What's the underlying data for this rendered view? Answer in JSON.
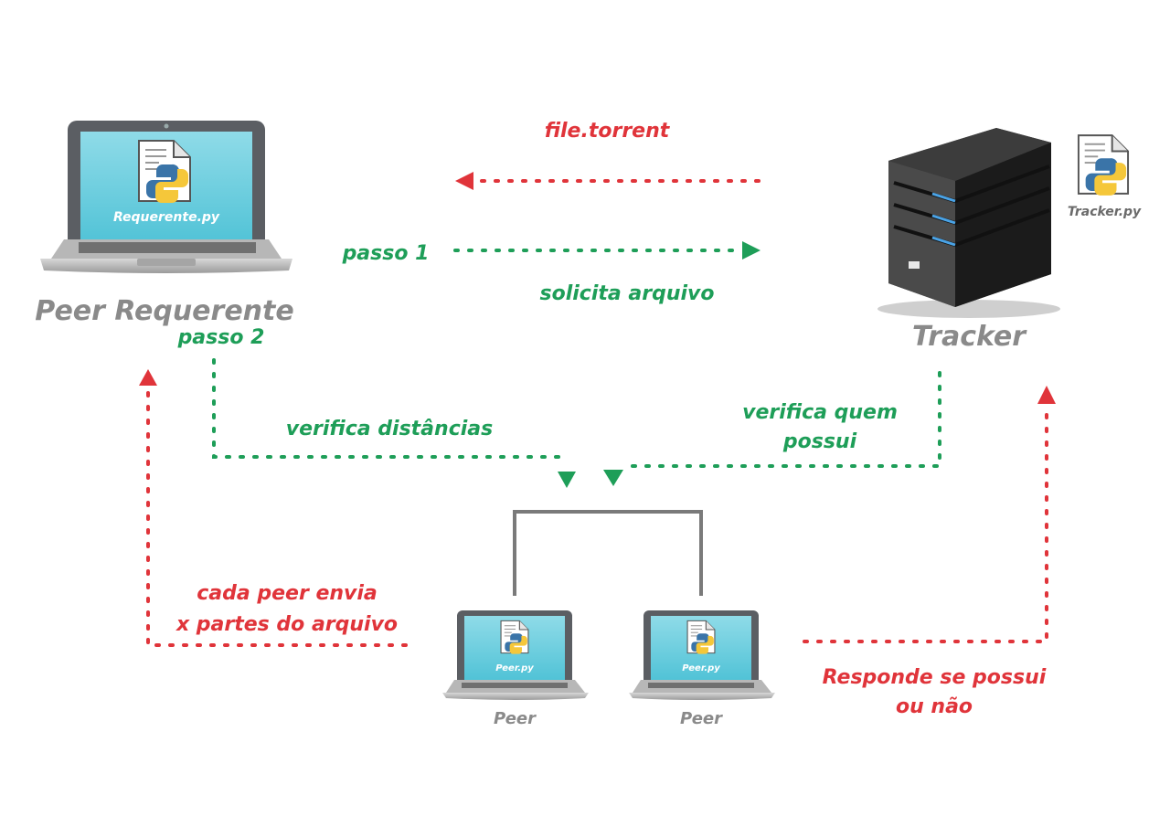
{
  "requester": {
    "title": "Peer Requerente",
    "file_label": "Requerente.py",
    "file_icon": "python-file-icon"
  },
  "tracker": {
    "title": "Tracker",
    "file_label": "Tracker.py",
    "file_icon": "python-file-icon"
  },
  "peers": [
    {
      "title": "Peer",
      "file_label": "Peer.py"
    },
    {
      "title": "Peer",
      "file_label": "Peer.py"
    }
  ],
  "steps": {
    "torrent": "file.torrent",
    "passo1": "passo 1",
    "solicita": "solicita arquivo",
    "passo2": "passo 2",
    "verifica_dist": "verifica distâncias",
    "verifica_quem_1": "verifica quem",
    "verifica_quem_2": "possui",
    "cada_peer_1": "cada peer envia",
    "cada_peer_2": "x partes do arquivo",
    "responde_1": "Responde se possui",
    "responde_2": "ou não"
  },
  "colors": {
    "green": "#1e9e58",
    "red": "#e0343a",
    "gray": "#8a8a8a",
    "screen": "#6fd0e0"
  }
}
